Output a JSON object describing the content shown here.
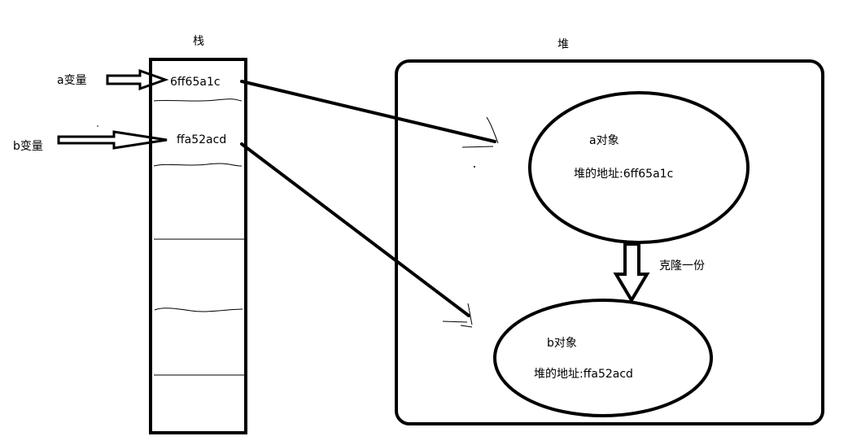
{
  "stack": {
    "title": "栈",
    "cells": [
      "6ff65a1c",
      "ffa52acd"
    ]
  },
  "heap": {
    "title": "堆"
  },
  "variables": {
    "a": "a变量",
    "b": "b变量"
  },
  "objects": {
    "a": {
      "name": "a对象",
      "address": "堆的地址:6ff65a1c"
    },
    "b": {
      "name": "b对象",
      "address": "堆的地址:ffa52acd"
    }
  },
  "clone_label": "克隆一份"
}
